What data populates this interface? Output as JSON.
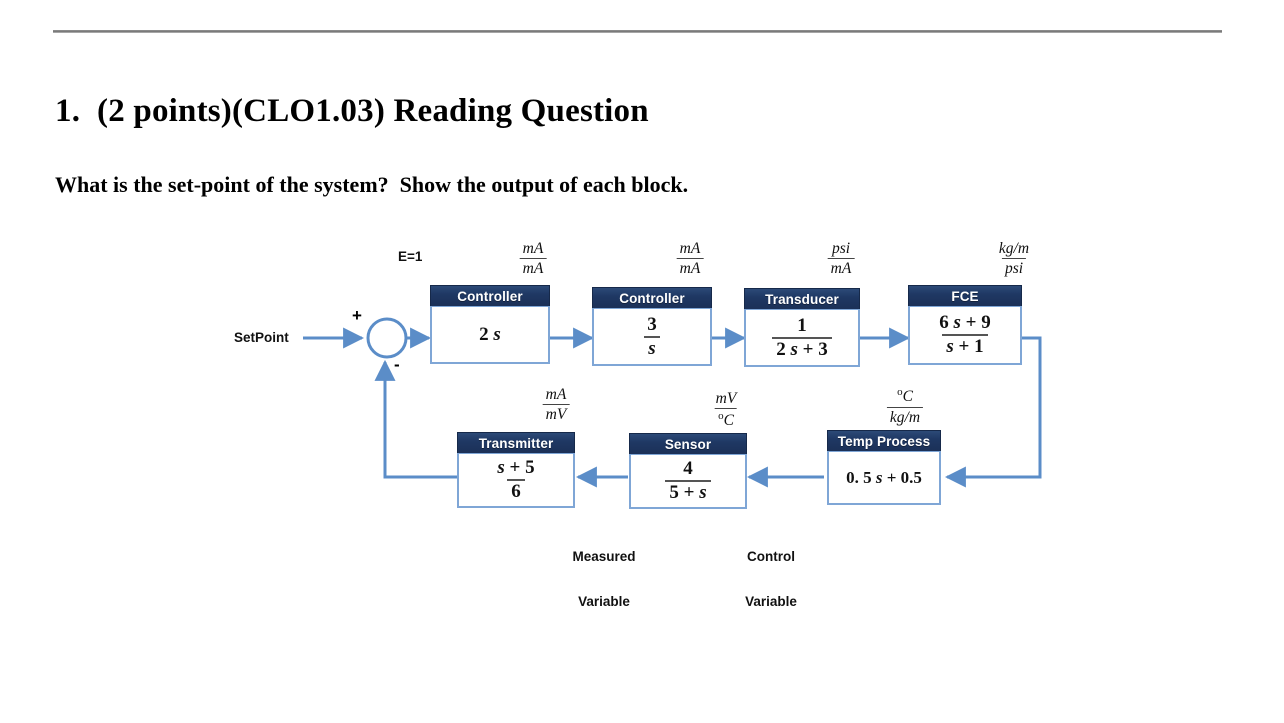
{
  "page": {
    "question_number": "1.",
    "title": "1.  (2 points)(CLO1.03) Reading Question",
    "body": "What is the set-point of the system?  Show the output of each block.",
    "rule_color": "#7f7f7f"
  },
  "diagram": {
    "type": "block-diagram",
    "colors": {
      "block_header_bg": "#1f3864",
      "block_header_text": "#ffffff",
      "block_border": "#7fa6d6",
      "wire": "#5b8dc8",
      "block_body_bg": "#ffffff",
      "text": "#111111"
    },
    "input_label": "SetPoint",
    "error_label": "E=1",
    "summing_junction": {
      "plus_sign": "+",
      "minus_sign": "-"
    },
    "annotations": [
      {
        "text": "Measured\nVariable",
        "line1": "Measured",
        "line2": "Variable"
      },
      {
        "text": "Control\nVariable",
        "line1": "Control",
        "line2": "Variable"
      }
    ],
    "forward_path": [
      {
        "name": "Controller",
        "unit_num": "mA",
        "unit_den": "mA",
        "expr_kind": "plain",
        "expr": "2 s",
        "numerator": "2 s",
        "denominator": ""
      },
      {
        "name": "Controller",
        "unit_num": "mA",
        "unit_den": "mA",
        "expr_kind": "fraction",
        "expr": "3 / s",
        "numerator": "3",
        "denominator": "s"
      },
      {
        "name": "Transducer",
        "unit_num": "psi",
        "unit_den": "mA",
        "expr_kind": "fraction",
        "expr": "1 / (2 s + 3)",
        "numerator": "1",
        "denominator": "2 s + 3"
      },
      {
        "name": "FCE",
        "unit_num": "kg/m",
        "unit_den": "psi",
        "expr_kind": "fraction",
        "expr": "(6 s + 9) / (s + 1)",
        "numerator": "6 s + 9",
        "denominator": "s + 1"
      }
    ],
    "feedback_path": [
      {
        "name": "Temp Process",
        "unit_num": "°C",
        "unit_den": "kg/m",
        "expr_kind": "plain",
        "expr": "0.5 s + 0.5",
        "numerator": "0. 5 s + 0.5",
        "denominator": ""
      },
      {
        "name": "Sensor",
        "unit_num": "mV",
        "unit_den": "°C",
        "expr_kind": "fraction",
        "expr": "4 / (5 + s)",
        "numerator": "4",
        "denominator": "5 + s"
      },
      {
        "name": "Transmitter",
        "unit_num": "mA",
        "unit_den": "mV",
        "expr_kind": "fraction",
        "expr": "(s + 5) / 6",
        "numerator": "s + 5",
        "denominator": "6"
      }
    ]
  }
}
